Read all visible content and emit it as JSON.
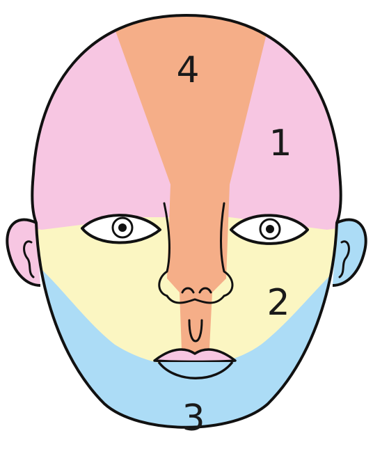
{
  "regions": [
    {
      "id": "forehead-sides",
      "label": "1",
      "color": "#F7C6E2"
    },
    {
      "id": "cheeks",
      "label": "2",
      "color": "#FBF6C2"
    },
    {
      "id": "jaw",
      "label": "3",
      "color": "#ACDCF6"
    },
    {
      "id": "center",
      "label": "4",
      "color": "#F5AE88"
    }
  ],
  "colors": {
    "outline": "#111111",
    "background": "#FFFFFF"
  }
}
